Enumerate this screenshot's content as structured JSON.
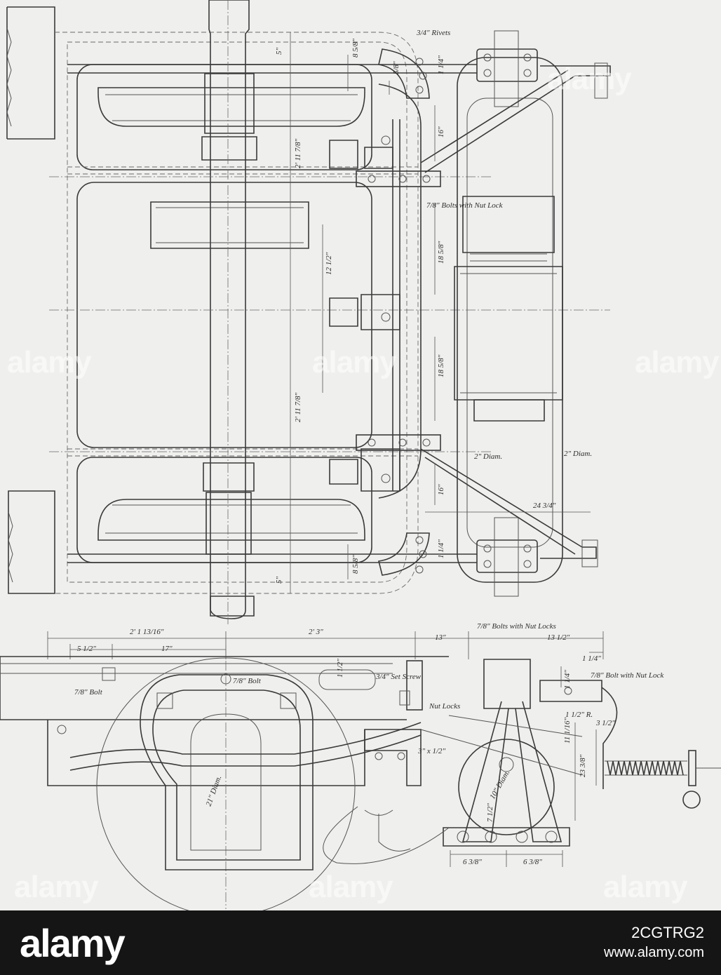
{
  "watermark": {
    "text": "alamy"
  },
  "footer": {
    "logo": "alamy",
    "image_id": "2CGTRG2",
    "url": "www.alamy.com"
  },
  "plan_view": {
    "labels": {
      "rivets": "3/4\" Rivets",
      "dim_5_top": "5\"",
      "dim_8_5_8_top": "8 5/8\"",
      "dim_5_8": "5/8\"",
      "dim_1_1_4_top": "1 1/4\"",
      "dim_16_top": "16\"",
      "dim_2_11_7_8_top": "2' 11 7/8\"",
      "bolts_nut_lock": "7/8\" Bolts with Nut Lock",
      "dim_12_1_2": "12 1/2\"",
      "dim_18_5_8_top": "18 5/8\"",
      "dim_18_5_8_bottom": "18 5/8\"",
      "dim_2_11_7_8_bottom": "2' 11 7/8\"",
      "diam_2_left": "2\" Diam.",
      "diam_2_right": "2\" Diam.",
      "dim_16_bottom": "16\"",
      "dim_24_3_4": "24 3/4\"",
      "dim_1_1_4_bottom": "1 1/4\"",
      "dim_8_5_8_bottom": "8 5/8\"",
      "dim_5_bottom": "5\""
    }
  },
  "elevation_view": {
    "labels": {
      "dim_2_1_13_16": "2' 1 13/16\"",
      "dim_2_3": "2' 3\"",
      "dim_13": "13\"",
      "bolts_nut_locks": "7/8\" Bolts with Nut Locks",
      "dim_13_1_2": "13 1/2\"",
      "dim_1_1_4_right": "1 1/4\"",
      "dim_5_1_2": "5 1/2\"",
      "dim_17": "17\"",
      "bolt_left": "7/8\" Bolt",
      "bolt_center": "7/8\" Bolt",
      "set_screw": "3/4\" Set Screw",
      "nut_locks": "Nut Locks",
      "bolt_with_nut_lock": "7/8\" Bolt with Nut Lock",
      "dim_1_1_2": "1 1/2\"",
      "dim_1_1_4_a": "1 1/4\"",
      "dim_1_1_2_r": "1 1/2\" R.",
      "dim_3_1_2": "3 1/2\"",
      "dim_11_1_16": "11 1/16\"",
      "dim_23_3_8": "23 3/8\"",
      "bar_3x1_2": "3\" x 1/2\"",
      "diam_21": "21\" Diam.",
      "diam_10": "10\" Diam.",
      "dim_7_1_2": "7 1/2\"",
      "dim_6_3_8_left": "6 3/8\"",
      "dim_6_3_8_right": "6 3/8\""
    }
  }
}
